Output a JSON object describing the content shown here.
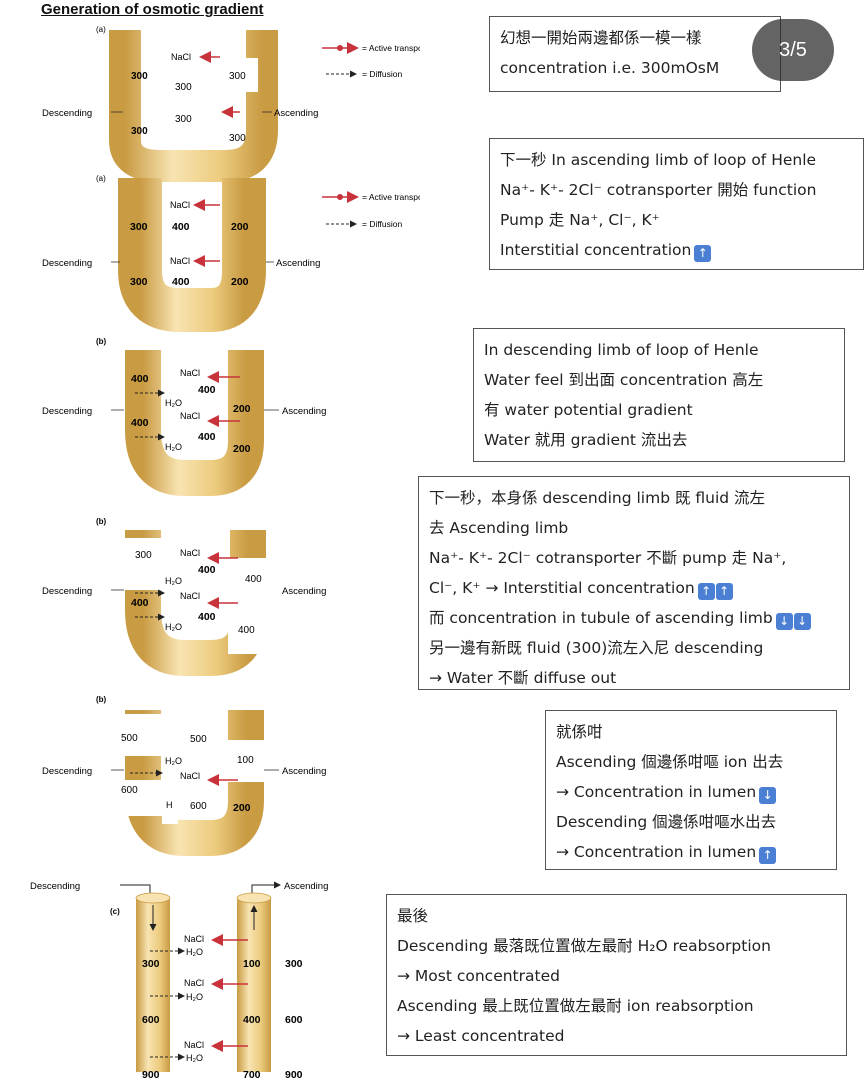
{
  "page": {
    "title": "Generation of osmotic gradient",
    "page_indicator": "3/5"
  },
  "diagram": {
    "colors": {
      "tube": "#eccb7e",
      "tube_dark": "#c99b43",
      "tube_light": "#f8e4b2",
      "arrow": "#c8333b",
      "dash": "#333333"
    },
    "legend": {
      "active": "= Active transport",
      "diffusion": "= Diffusion"
    },
    "side": {
      "descending": "Descending",
      "ascending": "Ascending"
    },
    "panel_labels": [
      "(a)",
      "(a)",
      "(b)",
      "(b)",
      "(b)",
      "(c)"
    ],
    "nacl": "NaCl",
    "h2o": "H₂O",
    "h_partial": "H",
    "p1": [
      "300",
      "300",
      "300",
      "300",
      "300",
      "300"
    ],
    "p2": [
      "300",
      "400",
      "200",
      "300",
      "400",
      "200"
    ],
    "p3": [
      "400",
      "400",
      "400",
      "400",
      "200",
      "200"
    ],
    "p4": [
      "300",
      "400",
      "400",
      "400",
      "400",
      "400"
    ],
    "p5": [
      "500",
      "500",
      "100",
      "600",
      "600",
      "200"
    ],
    "p6": [
      "300",
      "100",
      "300",
      "600",
      "400",
      "600",
      "900",
      "700",
      "900"
    ]
  },
  "notes": [
    {
      "lines": [
        "幻想一開始兩邊都係一模一樣",
        "concentration i.e. 300mOsM"
      ]
    },
    {
      "lines": [
        "下一秒 In ascending limb of loop of Henle",
        "Na⁺- K⁺- 2Cl⁻ cotransporter 開始 function",
        "Pump 走 Na⁺, Cl⁻, K⁺",
        "Interstitial concentration"
      ]
    },
    {
      "lines": [
        "In descending limb of loop of Henle",
        "Water feel 到出面 concentration 高左",
        "有 water potential gradient",
        "Water 就用 gradient 流出去"
      ]
    },
    {
      "lines": [
        "下一秒，本身係 descending limb 既 fluid 流左",
        "去 Ascending limb",
        "Na⁺- K⁺- 2Cl⁻ cotransporter 不斷 pump 走 Na⁺,",
        "Cl⁻, K⁺ → Interstitial concentration",
        "而 concentration in tubule of ascending limb",
        "另一邊有新既 fluid (300)流左入尼 descending",
        "→ Water 不斷 diffuse out"
      ]
    },
    {
      "lines": [
        "就係咁",
        "Ascending 個邊係咁嘔 ion 出去",
        "→ Concentration in lumen",
        "Descending 個邊係咁嘔水出去",
        "→ Concentration in lumen"
      ]
    },
    {
      "lines": [
        "最後",
        "Descending 最落既位置做左最耐 H₂O reabsorption",
        "→ Most concentrated",
        "Ascending 最上既位置做左最耐 ion reabsorption",
        "→ Least concentrated"
      ]
    }
  ],
  "icons": {
    "up": "↑",
    "down": "↓",
    "n2_l4": [
      "arrow-up-icon"
    ],
    "n4_l4": [
      "arrow-up-icon",
      "arrow-up-icon"
    ],
    "n4_l5": [
      "arrow-down-icon",
      "arrow-down-icon"
    ],
    "n5_l3": [
      "arrow-down-icon"
    ],
    "n5_l5": [
      "arrow-up-icon"
    ]
  }
}
